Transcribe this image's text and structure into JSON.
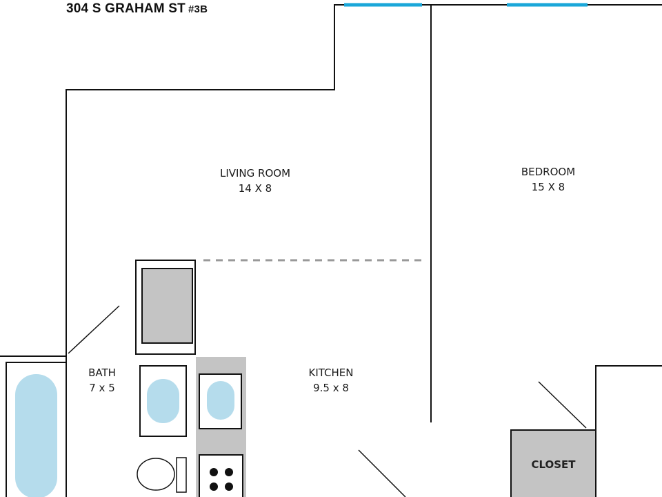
{
  "header": {
    "address": "304 S GRAHAM ST",
    "unit": "#3B"
  },
  "rooms": {
    "living_room": {
      "name": "LIVING ROOM",
      "dims": "14 X 8"
    },
    "bedroom": {
      "name": "BEDROOM",
      "dims": "15 X 8"
    },
    "bath": {
      "name": "BATH",
      "dims": "7 x 5"
    },
    "kitchen": {
      "name": "KITCHEN",
      "dims": "9.5 x 8"
    },
    "closet": {
      "name": "CLOSET"
    }
  },
  "colors": {
    "wall": "#111111",
    "window": "#1aa7d9",
    "fixture_fill": "#c4c4c4",
    "water": "#b5dcec",
    "divider": "#999999"
  }
}
